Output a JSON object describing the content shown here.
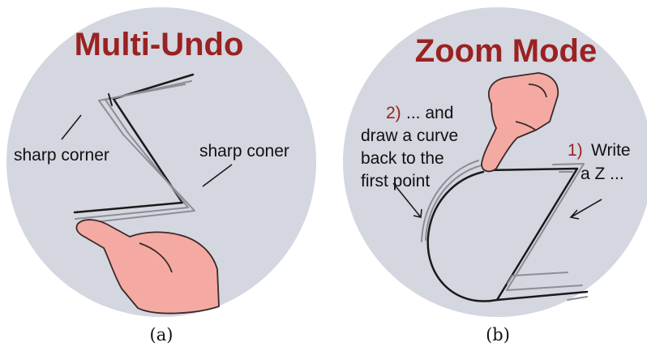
{
  "panel_a": {
    "title": "Multi-Undo",
    "label_left": "sharp corner",
    "label_right": "sharp coner",
    "caption": "(a)"
  },
  "panel_b": {
    "title": "Zoom Mode",
    "step2_num": "2)",
    "step2_lines": [
      "... and",
      "draw a curve",
      "back to the",
      "first point"
    ],
    "step1_num": "1)",
    "step1_lines": [
      "Write",
      "a Z ..."
    ],
    "caption": "(b)"
  },
  "colors": {
    "circle": "#d4d6e0",
    "title": "#9a2222",
    "finger": "#f4aaa3",
    "finger_outline": "#3a2a2a",
    "stroke": "#1a1a1a",
    "echo_stroke": "#8d8d95"
  }
}
